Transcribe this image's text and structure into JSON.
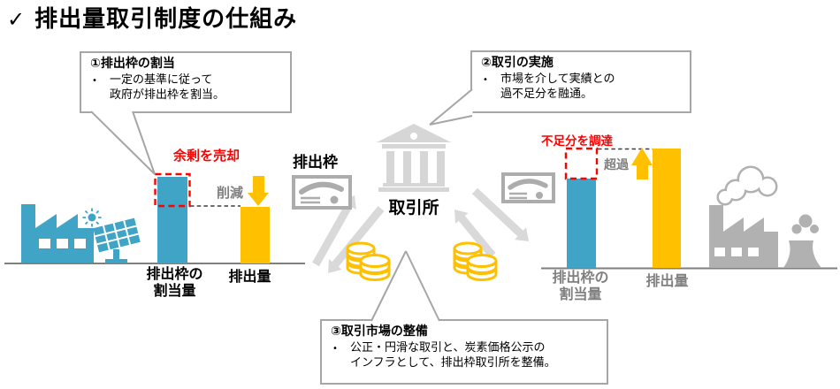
{
  "title": {
    "check": "✓",
    "text": "排出量取引制度の仕組み"
  },
  "callouts": {
    "allocation": {
      "title": "①排出枠の割当",
      "bullet": "•",
      "lines": [
        "一定の基準に従って",
        "政府が排出枠を割当。"
      ]
    },
    "trading": {
      "title": "②取引の実施",
      "bullet": "•",
      "lines": [
        "市場を介して実績との",
        "過不足分を融通。"
      ]
    },
    "market": {
      "title": "③取引市場の整備",
      "bullet": "•",
      "lines": [
        "公正・円滑な取引と、炭素価格公示の",
        "インフラとして、排出枠取引所を整備。"
      ]
    }
  },
  "seller": {
    "surplus_label": "余剰を売却",
    "reduction_label": "削減",
    "allocation_bar_label_line1": "排出枠の",
    "allocation_bar_label_line2": "割当量",
    "emission_bar_label": "排出量"
  },
  "buyer": {
    "shortage_label": "不足分を調達",
    "excess_label": "超過",
    "allocation_bar_label_line1": "排出枠の",
    "allocation_bar_label_line2": "割当量",
    "emission_bar_label": "排出量"
  },
  "center": {
    "exchange_label": "取引所",
    "credit_label": "排出枠"
  },
  "colors": {
    "teal": "#3fa4c5",
    "yellow": "#ffc000",
    "red": "#ff0000",
    "gray_text": "#7f7f7f",
    "icon_gray": "#d6d6d6",
    "factory_gray": "#b1b1b1",
    "arrow_gray": "#d9d9d9",
    "border_gray": "#a6a6a6"
  }
}
